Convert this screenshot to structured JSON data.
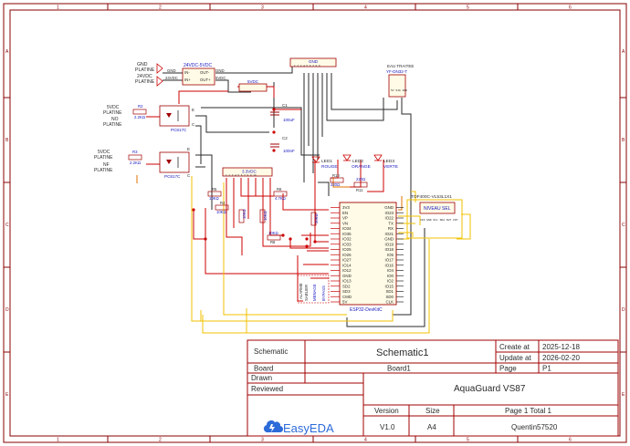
{
  "border": {
    "columns": [
      "1",
      "2",
      "3",
      "4",
      "5",
      "6"
    ],
    "rows": [
      "A",
      "B",
      "C",
      "D",
      "E"
    ]
  },
  "title_block": {
    "schematic_label": "Schematic",
    "schematic_value": "Schematic1",
    "board_label": "Board",
    "board_value": "Board1",
    "drawn_label": "Drawn",
    "reviewed_label": "Reviewed",
    "create_label": "Create at",
    "create_value": "2025-12-18",
    "update_label": "Update at",
    "update_value": "2026-02-20",
    "page_label": "Page",
    "page_value": "P1",
    "project_title": "AquaGuard VS87",
    "version_label": "Version",
    "version_value": "V1.0",
    "size_label": "Size",
    "size_value": "A4",
    "page_total": "Page  1  Total  1",
    "author": "Quentin57520",
    "logo_text": "EasyEDA"
  },
  "components": {
    "gnd_platine": [
      "GND",
      "PLATINE"
    ],
    "v24_platine": [
      "24VDC",
      "PLATINE"
    ],
    "converter": {
      "title": "24VDC-5VDC",
      "in_plus": "IN+",
      "in_minus": "IN-",
      "out_minus": "OUT-",
      "out_plus": "OUT+",
      "l_gnd": "GND",
      "l_24": "24VDC",
      "r_gnd": "GND",
      "r_5": "5VDC"
    },
    "gnd_bus": "GND",
    "v5_bus": "5VDC",
    "v33_bus": "3.3VDC",
    "water_sensor": [
      "EAU TRAITEE",
      "YF-DN32-T"
    ],
    "opto1": {
      "name": "PC817C",
      "in1": [
        "5VDC",
        "PLATINE"
      ],
      "in2": [
        "NO",
        "PLATINE"
      ],
      "res": "R2",
      "val": "2.2KΩ"
    },
    "opto2": {
      "name": "PC817C",
      "in1": [
        "5VDC",
        "PLATINE"
      ],
      "in2": [
        "NF",
        "PLATINE"
      ],
      "res": "R3",
      "val": "2.2KΩ"
    },
    "c1": {
      "name": "C1",
      "val": "100uF"
    },
    "c2": {
      "name": "C2",
      "val": "100nF"
    },
    "led1": {
      "name": "LED1",
      "color": "ROUGE"
    },
    "led2": {
      "name": "LED2",
      "color": "ORANGE"
    },
    "led3": {
      "name": "LED3",
      "color": "VERTE"
    },
    "r10": {
      "name": "R10",
      "val": "220Ω"
    },
    "r11": {
      "name": "R11",
      "val": "220Ω"
    },
    "r5": {
      "name": "R5",
      "val": "10KΩ"
    },
    "r4": {
      "name": "R4",
      "val": "10KΩ"
    },
    "r6": {
      "name": "R6",
      "val": "4.7KΩ"
    },
    "r1": {
      "name": "R1",
      "val": "10KΩ"
    },
    "r7": {
      "name": "R7",
      "val": "10KΩ"
    },
    "r8": {
      "name": "R8",
      "val": "10KΩ"
    },
    "r9": {
      "name": "R9",
      "val": "10KΩ"
    },
    "r_vert": "20KΩ",
    "switches": [
      "ALARME",
      "SABLIER",
      "MENAGE",
      "BYPASS"
    ],
    "tof": {
      "title": "TOF400C-VL53L1X1",
      "sub": "NIVEAU SEL",
      "pins": "VIN GND SCL SDA SHT INT"
    },
    "esp32": {
      "title": "ESP32-DevKitC",
      "left_pins": [
        "3V3",
        "EN",
        "VP",
        "VN",
        "IO34",
        "IO35",
        "IO32",
        "IO33",
        "IO25",
        "IO26",
        "IO27",
        "IO14",
        "IO12",
        "GND",
        "IO13",
        "SD2",
        "SD3",
        "CMD",
        "5V"
      ],
      "right_pins": [
        "GND",
        "IO23",
        "IO22",
        "TX",
        "RX",
        "IO21",
        "GND",
        "IO19",
        "IO18",
        "IO5",
        "IO17",
        "IO16",
        "IO4",
        "IO0",
        "IO2",
        "IO15",
        "SD1",
        "SD0",
        "CLK"
      ]
    }
  },
  "colors": {
    "wire_black": "#2a2a2a",
    "wire_red": "#cc0000",
    "wire_yellow": "#f2c200",
    "wire_orange": "#e07000",
    "part_outline": "#a00000",
    "label_blue": "#1515c0",
    "title_red": "#c00000",
    "logo_blue": "#2d6bd9"
  }
}
